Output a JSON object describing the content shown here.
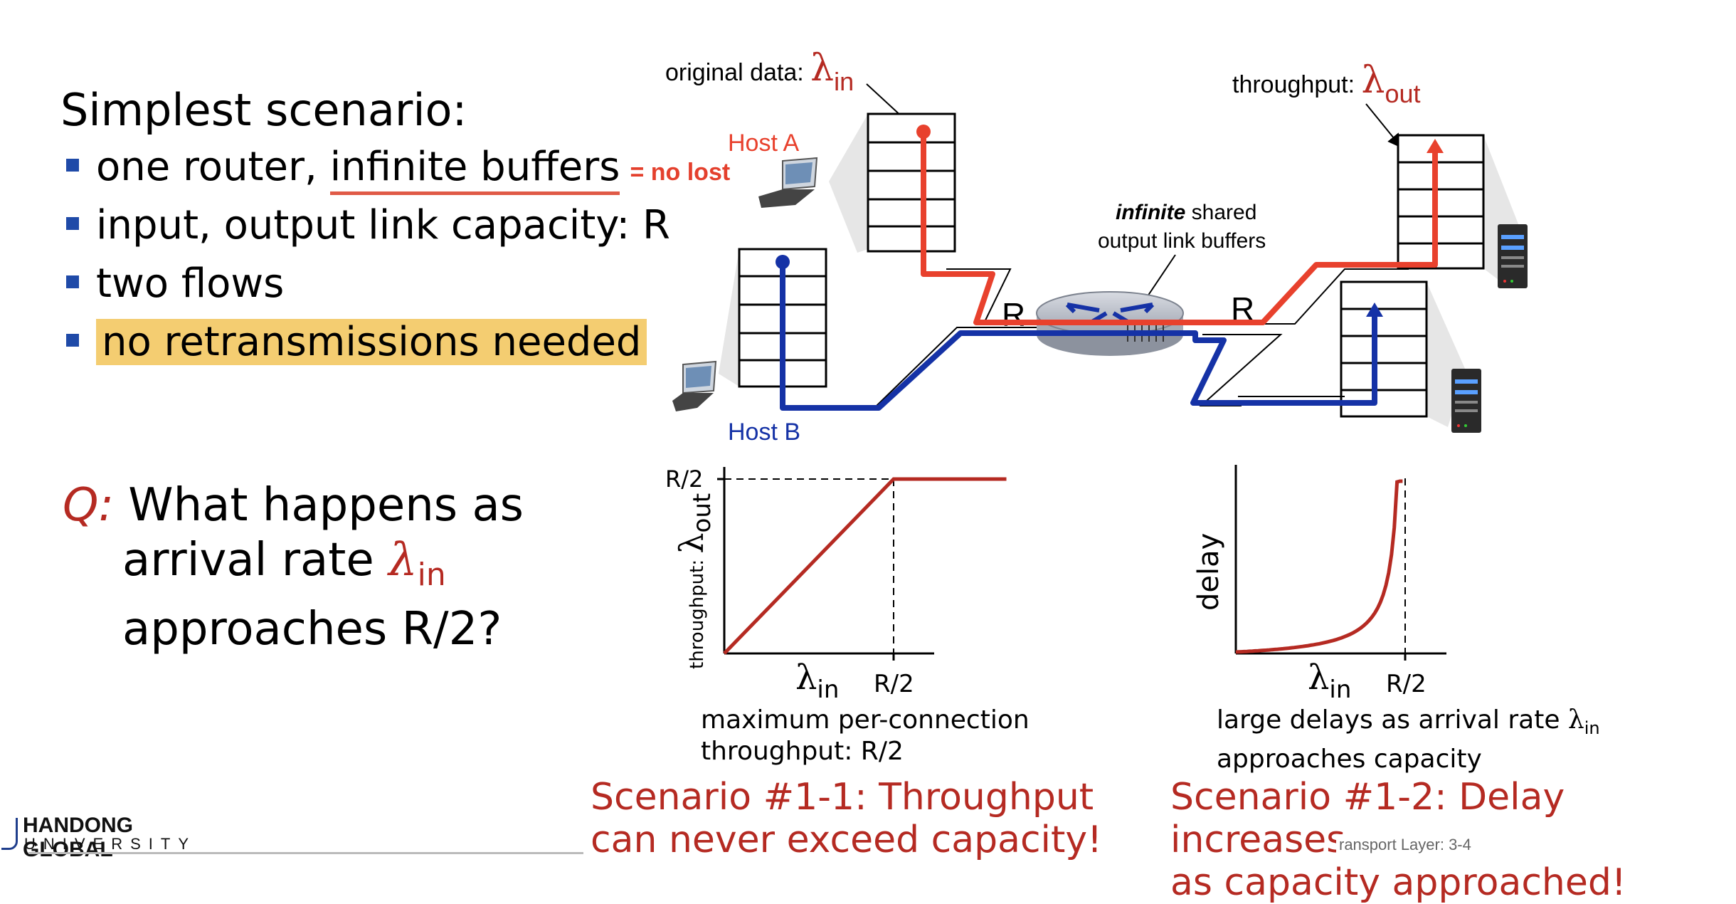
{
  "slide": {
    "heading": "Simplest scenario:",
    "bullets": [
      {
        "pre": "one router, ",
        "underlined": "infinite buffers",
        "note": "= no lost"
      },
      {
        "text": "input, output link capacity: R"
      },
      {
        "text": "two flows"
      },
      {
        "highlighted": "no retransmissions needed"
      }
    ],
    "question": {
      "label": "Q:",
      "line1": "What happens as",
      "line2_pre": "arrival rate ",
      "lambda": "λ",
      "lambda_sub": "in",
      "line3": "approaches R/2?"
    }
  },
  "diagram": {
    "original_data_label": "original data: ",
    "lambda": "λ",
    "in": "in",
    "out": "out",
    "throughput_label": "throughput: ",
    "host_a": "Host A",
    "host_b": "Host B",
    "infinite": "infinite",
    "shared": " shared",
    "buffers_line2": "output link buffers",
    "r_left": "R",
    "r_right": "R",
    "colors": {
      "red_flow": "#e8412d",
      "blue_flow": "#1532a6",
      "accent": "#b52a22"
    }
  },
  "graph1": {
    "ytick": "R/2",
    "ylabel_prefix": "throughput: ",
    "ylabel_lambda": "λ",
    "ylabel_sub": "out",
    "xlabel_lambda": "λ",
    "xlabel_sub": "in",
    "xtick": "R/2",
    "caption_line1": "maximum per-connection",
    "caption_line2": "throughput: R/2",
    "scenario_line1": "Scenario #1-1: Throughput",
    "scenario_line2": "can never exceed capacity!"
  },
  "graph2": {
    "ylabel": "delay",
    "xlabel_lambda": "λ",
    "xlabel_sub": "in",
    "xtick": "R/2",
    "caption_line1": "large delays as arrival rate ",
    "caption_lambda": "λ",
    "caption_sub": "in",
    "caption_line2": "approaches capacity",
    "scenario_line1": "Scenario #1-2: Delay increases",
    "scenario_line2": "as capacity approached!"
  },
  "chart_data": [
    {
      "type": "line",
      "title": "",
      "xlabel": "λin",
      "ylabel": "throughput: λout",
      "xticks": [
        "R/2"
      ],
      "yticks": [
        "R/2"
      ],
      "series": [
        {
          "x": [
            "0",
            "R/2",
            "R"
          ],
          "y": [
            "0",
            "R/2",
            "R/2"
          ]
        }
      ]
    },
    {
      "type": "line",
      "title": "",
      "xlabel": "λin",
      "ylabel": "delay",
      "xticks": [
        "R/2"
      ],
      "series": [
        {
          "x": [
            "0",
            "→R/2"
          ],
          "y": [
            "0",
            "→∞"
          ]
        }
      ]
    }
  ],
  "footer": {
    "text": "ransport Layer: 3-4"
  },
  "logo": {
    "line1": "HANDONG GLOBAL",
    "line2": "UNIVERSITY"
  }
}
